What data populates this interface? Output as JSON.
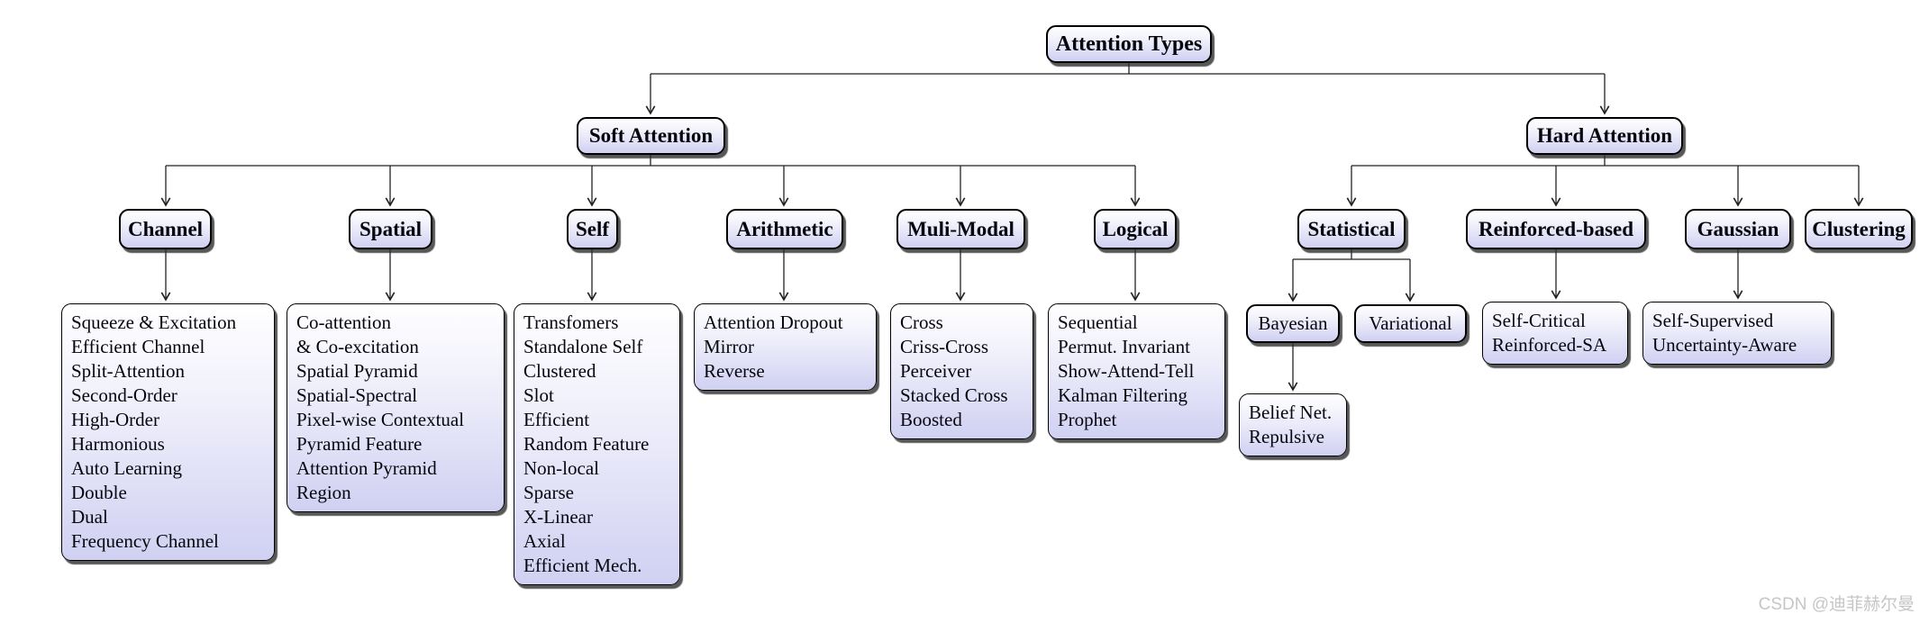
{
  "nodes": {
    "root": "Attention Types",
    "soft": "Soft Attention",
    "hard": "Hard Attention",
    "channel": "Channel",
    "spatial": "Spatial",
    "self": "Self",
    "arithmetic": "Arithmetic",
    "mulimodal": "Muli-Modal",
    "logical": "Logical",
    "statistical": "Statistical",
    "reinforced": "Reinforced-based",
    "gaussian": "Gaussian",
    "clustering": "Clustering",
    "bayesian": "Bayesian",
    "variational": "Variational"
  },
  "lists": {
    "channel": [
      "Squeeze & Excitation",
      "Efficient Channel",
      "Split-Attention",
      "Second-Order",
      "High-Order",
      "Harmonious",
      "Auto Learning",
      "Double",
      "Dual",
      "Frequency Channel"
    ],
    "spatial": [
      "Co-attention",
      "& Co-excitation",
      "Spatial Pyramid",
      "Spatial-Spectral",
      "Pixel-wise Contextual",
      "Pyramid Feature",
      "Attention Pyramid",
      "Region"
    ],
    "self": [
      "Transfomers",
      "Standalone Self",
      "Clustered",
      "Slot",
      "Efficient",
      "Random Feature",
      "Non-local",
      "Sparse",
      "X-Linear",
      "Axial",
      "Efficient Mech."
    ],
    "arithmetic": [
      "Attention Dropout",
      "Mirror",
      "Reverse"
    ],
    "mulimodal": [
      "Cross",
      "Criss-Cross",
      "Perceiver",
      "Stacked Cross",
      "Boosted"
    ],
    "logical": [
      "Sequential",
      "Permut. Invariant",
      "Show-Attend-Tell",
      "Kalman Filtering",
      "Prophet"
    ],
    "belief": [
      "Belief Net.",
      "Repulsive"
    ],
    "reinforced": [
      "Self-Critical",
      "Reinforced-SA"
    ],
    "gaussian": [
      "Self-Supervised",
      "Uncertainty-Aware"
    ]
  },
  "colors": {
    "box_fill_top": "#ffffff",
    "box_fill_bottom": "#d0d0f2",
    "box_border": "#000000",
    "connector": "#222222",
    "watermark": "#c6c6c6"
  },
  "watermark": "CSDN @迪菲赫尔曼"
}
